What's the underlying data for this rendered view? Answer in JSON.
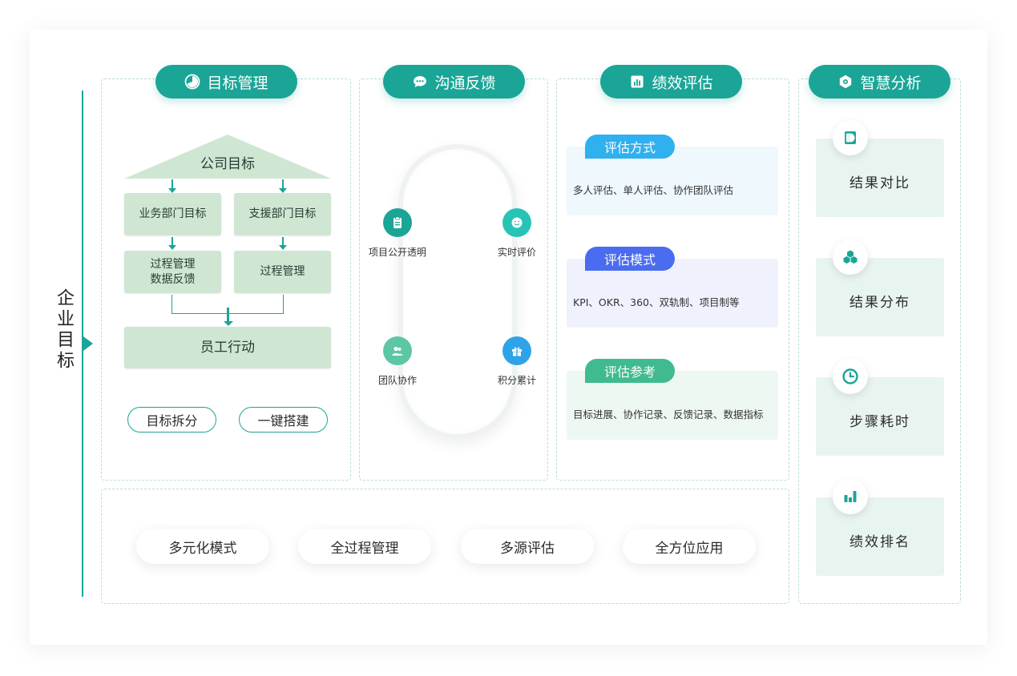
{
  "left": {
    "title": "企业目标"
  },
  "goal": {
    "header": "目标管理",
    "company": "公司目标",
    "biz_dept": "业务部门目标",
    "support_dept": "支援部门目标",
    "process_data": "过程管理\n数据反馈",
    "process": "过程管理",
    "employee": "员工行动",
    "btn_split": "目标拆分",
    "btn_build": "一键搭建"
  },
  "comm": {
    "header": "沟通反馈",
    "nodes": [
      "项目公开透明",
      "实时评价",
      "团队协作",
      "积分累计"
    ]
  },
  "perf": {
    "header": "绩效评估",
    "items": [
      {
        "tag": "评估方式",
        "text": "多人评估、单人评估、协作团队评估"
      },
      {
        "tag": "评估模式",
        "text": "KPI、OKR、360、双轨制、项目制等"
      },
      {
        "tag": "评估参考",
        "text": "目标进展、协作记录、反馈记录、数据指标"
      }
    ]
  },
  "ana": {
    "header": "智慧分析",
    "items": [
      "结果对比",
      "结果分布",
      "步骤耗时",
      "绩效排名"
    ]
  },
  "features": [
    "多元化模式",
    "全过程管理",
    "多源评估",
    "全方位应用"
  ],
  "colors": {
    "primary": "#1aa597",
    "light_green": "#cfe6d3",
    "tag_blue": "#2fb0ef",
    "tag_indigo": "#4a6cf0",
    "tag_green": "#40bb8f"
  }
}
